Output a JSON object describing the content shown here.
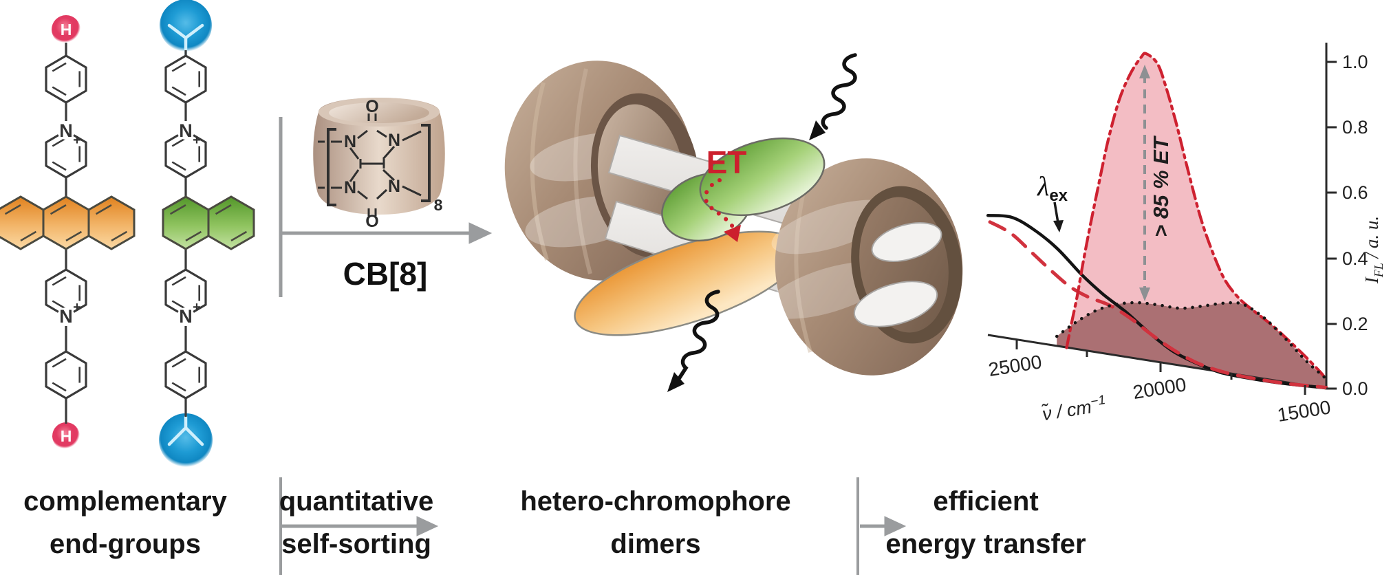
{
  "figure": {
    "captions": {
      "complementary": {
        "line1": "complementary",
        "line2": "end-groups"
      },
      "sorting": {
        "line1": "quantitative",
        "line2": "self-sorting"
      },
      "dimers": {
        "line1": "hetero-chromophore",
        "line2": "dimers"
      },
      "energy": {
        "line1": "efficient",
        "line2": "energy transfer"
      }
    },
    "molecules": {
      "atom_h": "H",
      "atom_n": "N",
      "charge": "+"
    },
    "cb8": {
      "label": "CB[8]",
      "atom_n": "N",
      "atom_o": "O",
      "repeat_subscript": "8"
    },
    "dimer": {
      "et_label": "ET"
    },
    "chart": {
      "y_ticks": [
        "1.0",
        "0.8",
        "0.6",
        "0.4",
        "0.2",
        "0.0"
      ],
      "x_ticks": [
        "25000",
        "20000",
        "15000"
      ],
      "x_label_main": "ν̃ / cm",
      "x_label_sup": "−1",
      "y_label_i": "I",
      "y_label_sub": "FL",
      "y_label_rest": " / a. u.",
      "lambda": "λ",
      "lambda_sub": "ex",
      "et_annotation": "> 85 % ET"
    },
    "colors": {
      "accent_red": "#cc1f2d",
      "pink_fill": "#f3bdc4",
      "dark_fill": "#ab7073",
      "gray": "#9a9c9e",
      "orange": "#e8922f",
      "green": "#5d9e33",
      "blue": "#1795cf",
      "barrel_brown": "#9b8170"
    }
  },
  "chart_data": {
    "type": "line",
    "title": "",
    "xlabel": "ν̃ / cm−1",
    "ylabel": "IFL / a. u.",
    "x_range": [
      26000,
      14260
    ],
    "x_reversed": true,
    "ylim": [
      0.0,
      1.0
    ],
    "grid": false,
    "annotations": [
      "λex",
      "> 85 % ET"
    ],
    "series": [
      {
        "name": "solid_black_excitation",
        "style": "solid",
        "color": "#141414",
        "fill": false,
        "points": [
          [
            26000,
            0.53
          ],
          [
            25200,
            0.525
          ],
          [
            24460,
            0.49
          ],
          [
            23610,
            0.43
          ],
          [
            22760,
            0.35
          ],
          [
            22020,
            0.29
          ],
          [
            21220,
            0.235
          ],
          [
            20390,
            0.17
          ],
          [
            19590,
            0.115
          ],
          [
            18780,
            0.078
          ],
          [
            17950,
            0.05
          ],
          [
            17150,
            0.035
          ],
          [
            15930,
            0.018
          ],
          [
            14710,
            0.006
          ],
          [
            14260,
            0.002
          ]
        ]
      },
      {
        "name": "dashed_red_absorption",
        "style": "dashed",
        "color": "#d1323e",
        "fill": false,
        "points": [
          [
            25930,
            0.51
          ],
          [
            25200,
            0.475
          ],
          [
            24460,
            0.415
          ],
          [
            23730,
            0.355
          ],
          [
            23120,
            0.31
          ],
          [
            22510,
            0.28
          ],
          [
            21780,
            0.255
          ],
          [
            21050,
            0.215
          ],
          [
            20320,
            0.165
          ],
          [
            19590,
            0.12
          ],
          [
            18780,
            0.08
          ],
          [
            17880,
            0.052
          ],
          [
            16900,
            0.033
          ],
          [
            15680,
            0.016
          ],
          [
            14460,
            0.005
          ],
          [
            14260,
            0.003
          ]
        ]
      },
      {
        "name": "dashdot_red_emission_peak",
        "style": "dashdot",
        "color": "#ce2130",
        "fill": true,
        "fill_color": "#f3bdc4",
        "points": [
          [
            23270,
            0.125
          ],
          [
            23100,
            0.2
          ],
          [
            22900,
            0.285
          ],
          [
            22710,
            0.38
          ],
          [
            22460,
            0.495
          ],
          [
            22170,
            0.62
          ],
          [
            21830,
            0.76
          ],
          [
            21440,
            0.885
          ],
          [
            21050,
            0.965
          ],
          [
            20680,
            1.015
          ],
          [
            20510,
            1.025
          ],
          [
            20120,
            0.995
          ],
          [
            19830,
            0.925
          ],
          [
            19460,
            0.81
          ],
          [
            19050,
            0.665
          ],
          [
            18610,
            0.52
          ],
          [
            18170,
            0.41
          ],
          [
            17760,
            0.33
          ],
          [
            17270,
            0.275
          ],
          [
            16780,
            0.238
          ],
          [
            16170,
            0.196
          ],
          [
            15560,
            0.147
          ],
          [
            14950,
            0.095
          ],
          [
            14460,
            0.05
          ],
          [
            14260,
            0.028
          ]
        ]
      },
      {
        "name": "dotted_black_residual_emission",
        "style": "dotted",
        "color": "#151515",
        "fill": true,
        "fill_color": "#ab7073",
        "points": [
          [
            23610,
            0.16
          ],
          [
            23000,
            0.2
          ],
          [
            22270,
            0.238
          ],
          [
            21540,
            0.258
          ],
          [
            20800,
            0.263
          ],
          [
            20070,
            0.256
          ],
          [
            19340,
            0.246
          ],
          [
            18610,
            0.252
          ],
          [
            17760,
            0.262
          ],
          [
            17150,
            0.258
          ],
          [
            16410,
            0.216
          ],
          [
            15680,
            0.153
          ],
          [
            14950,
            0.084
          ],
          [
            14340,
            0.036
          ],
          [
            14260,
            0.028
          ]
        ]
      }
    ]
  }
}
